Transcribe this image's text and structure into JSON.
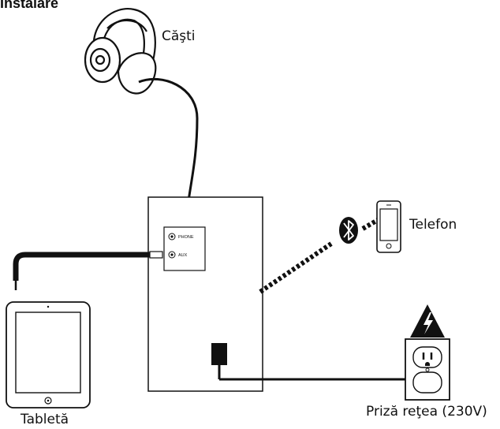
{
  "page": {
    "title": "Instalare"
  },
  "devices": {
    "headphones": {
      "label": "Căşti"
    },
    "phone": {
      "label": "Telefon"
    },
    "tablet": {
      "label": "Tabletă"
    },
    "outlet": {
      "label": "Priză reţea (230V)"
    }
  },
  "panel": {
    "phone_jack_label": "PHONE",
    "aux_jack_label": "AUX"
  },
  "icons": {
    "bluetooth": "bluetooth-icon",
    "warning": "high-voltage-warning-icon"
  }
}
